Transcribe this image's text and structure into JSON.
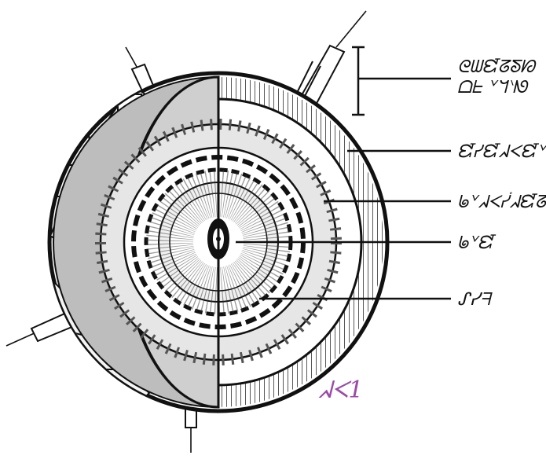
{
  "diagram": {
    "labels": [
      {
        "id": "towers",
        "lines": [
          "ᘓᗯᘿᘔᘕᘗ",
          "ᗝᖶ ᘁᖻᐠᘚ"
        ]
      },
      {
        "id": "crust",
        "lines": [
          "ᘿᓯᘿᖽᐸᘿᘁᘚ"
        ]
      },
      {
        "id": "mantle",
        "lines": [
          "ᖚᘁᖽᐸᓮᖽᘿᘔ"
        ]
      },
      {
        "id": "core",
        "lines": [
          "ᖚᘁᘿ"
        ]
      },
      {
        "id": "inner",
        "lines": [
          "ᔑᓯᖷ"
        ]
      }
    ],
    "signature": "ᖽᐸ1"
  },
  "colors": {
    "ink": "#111111",
    "grey_face": "#bdbdbd",
    "light_grey": "#dcdcdc",
    "pink_dome": "#e68ce6",
    "signature": "#9b4aa8",
    "background": "#ffffff"
  }
}
